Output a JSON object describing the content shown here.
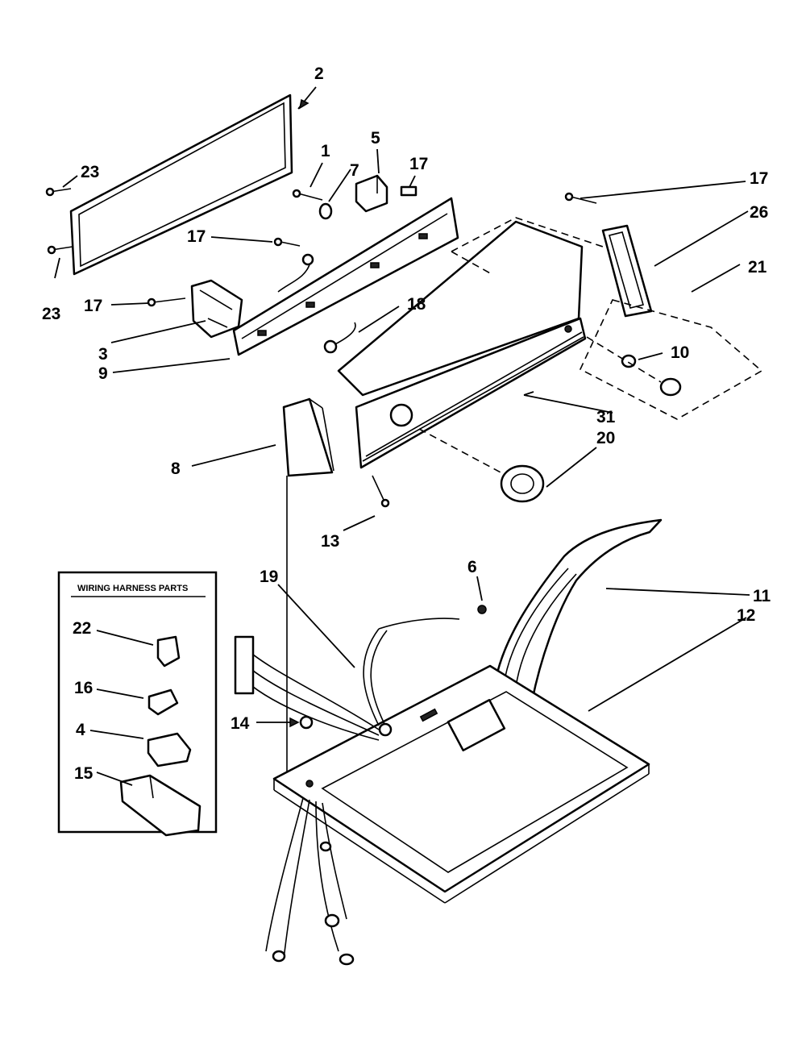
{
  "callouts": [
    {
      "id": "c2",
      "label": "2"
    },
    {
      "id": "c23a",
      "label": "23"
    },
    {
      "id": "c23b",
      "label": "23"
    },
    {
      "id": "c1",
      "label": "1"
    },
    {
      "id": "c7",
      "label": "7"
    },
    {
      "id": "c5",
      "label": "5"
    },
    {
      "id": "c17a",
      "label": "17"
    },
    {
      "id": "c17b",
      "label": "17"
    },
    {
      "id": "c17c",
      "label": "17"
    },
    {
      "id": "c17d",
      "label": "17"
    },
    {
      "id": "c26",
      "label": "26"
    },
    {
      "id": "c21",
      "label": "21"
    },
    {
      "id": "c3",
      "label": "3"
    },
    {
      "id": "c9",
      "label": "9"
    },
    {
      "id": "c18",
      "label": "18"
    },
    {
      "id": "c10",
      "label": "10"
    },
    {
      "id": "c31",
      "label": "31"
    },
    {
      "id": "c20",
      "label": "20"
    },
    {
      "id": "c8",
      "label": "8"
    },
    {
      "id": "c13",
      "label": "13"
    },
    {
      "id": "c19",
      "label": "19"
    },
    {
      "id": "c6",
      "label": "6"
    },
    {
      "id": "c11",
      "label": "11"
    },
    {
      "id": "c12",
      "label": "12"
    },
    {
      "id": "c14",
      "label": "14"
    },
    {
      "id": "c22",
      "label": "22"
    },
    {
      "id": "c16",
      "label": "16"
    },
    {
      "id": "c4",
      "label": "4"
    },
    {
      "id": "c15",
      "label": "15"
    }
  ],
  "harness_box": {
    "title": "WIRING HARNESS PARTS"
  }
}
